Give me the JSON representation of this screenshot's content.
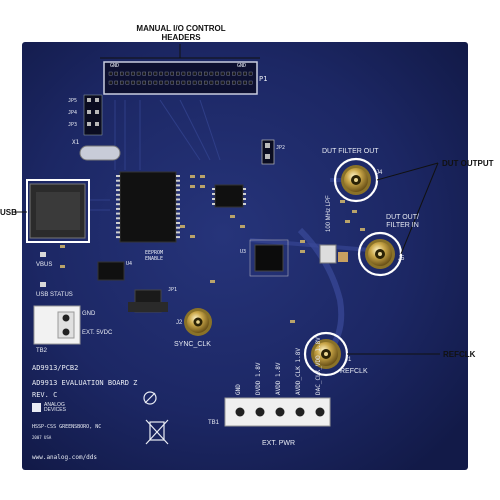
{
  "callouts": {
    "manual_io": "MANUAL I/O CONTROL HEADERS",
    "dut_output": "DUT OUTPUT",
    "usb": "USB",
    "refclk": "REFCLK"
  },
  "board": {
    "header_gnd_left": "GND",
    "header_gnd_right": "GND",
    "header_p1": "P1",
    "dut_filter_out": "DUT FILTER OUT",
    "dut_out_filter_in": "DUT OUT/ FILTER IN",
    "lpf": "100 MHz LPF",
    "j4": "J4",
    "j5": "J5",
    "j1": "J1",
    "j2": "J2",
    "refclk": "REFCLK",
    "sync_clk": "SYNC_CLK",
    "usb_status": "USB STATUS",
    "vbus": "VBUS",
    "gnd": "GND",
    "ext5v": "EXT. 5VDC",
    "tb2": "TB2",
    "tb1": "TB1",
    "ext_pwr": "EXT. PWR",
    "pcb": "AD9913/PCB2",
    "eval_board": "AD9913 EVALUATION BOARD Z",
    "rev": "REV. C",
    "analog_devices": "ANALOG DEVICES",
    "hssp": "HSSP-CSS GREENSBORO, NC",
    "usa": "2007 USA",
    "website": "www.analog.com/dds",
    "eeprom_enable": "EEPROM ENABLE",
    "x1": "X1",
    "u3": "U3",
    "u4": "U4",
    "jp1": "JP1",
    "jp2": "JP2",
    "jp3": "JP3",
    "jp4": "JP4",
    "jp5": "JP5",
    "tb1_pins": [
      "GND",
      "DVDD 1.8V",
      "AVDD 1.8V",
      "AVDD_CLK 1.8V",
      "DAC_CLK_VDD 1.8V"
    ]
  }
}
